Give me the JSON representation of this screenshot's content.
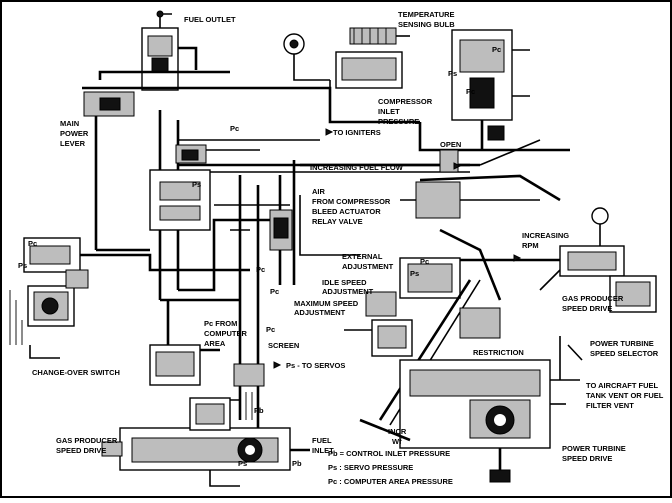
{
  "labels": {
    "fuel_outlet": "FUEL OUTLET",
    "temp_bulb_1": "TEMPERATURE",
    "temp_bulb_2": "SENSING BULB",
    "main_lever_1": "MAIN",
    "main_lever_2": "POWER",
    "main_lever_3": "LEVER",
    "to_igniters": "TO IGNITERS",
    "compressor_inlet_1": "COMPRESSOR",
    "compressor_inlet_2": "INLET",
    "compressor_inlet_3": "PRESSURE",
    "open": "OPEN",
    "inc_fuel_flow": "INCREASING FUEL FLOW",
    "air_1": "AIR",
    "air_2": "FROM COMPRESSOR",
    "air_3": "BLEED ACTUATOR",
    "air_4": "RELAY VALVE",
    "inc_rpm_1": "INCREASING",
    "inc_rpm_2": "RPM",
    "ext_adj_1": "EXTERNAL",
    "ext_adj_2": "ADJUSTMENT",
    "idle_adj_1": "IDLE SPEED",
    "idle_adj_2": "ADJUSTMENT",
    "max_adj_1": "MAXIMUM SPEED",
    "max_adj_2": "ADJUSTMENT",
    "gas_prod_right_1": "GAS PRODUCER",
    "gas_prod_right_2": "SPEED DRIVE",
    "pc_from_1": "Pc FROM",
    "pc_from_2": "COMPUTER",
    "pc_from_3": "AREA",
    "screen": "SCREEN",
    "ps_to_servos": "Ps - TO SERVOS",
    "changeover": "CHANGE-OVER SWITCH",
    "restriction": "RESTRICTION",
    "pt_selector_1": "POWER TURBINE",
    "pt_selector_2": "SPEED SELECTOR",
    "vent_1": "TO AIRCRAFT FUEL",
    "vent_2": "TANK VENT OR FUEL",
    "vent_3": "FILTER VENT",
    "incr": "INCR",
    "wf": "Wf",
    "gas_prod_left_1": "GAS PRODUCER",
    "gas_prod_left_2": "SPEED DRIVE",
    "fuel_inlet_1": "FUEL",
    "fuel_inlet_2": "INLET",
    "legend_pb": "Pb = CONTROL INLET PRESSURE",
    "legend_ps": "Ps : SERVO PRESSURE",
    "legend_pc": "Pc : COMPUTER AREA PRESSURE",
    "pt_drive_1": "POWER TURBINE",
    "pt_drive_2": "SPEED DRIVE",
    "pc": "Pc",
    "ps": "Ps",
    "pb": "Pb"
  }
}
